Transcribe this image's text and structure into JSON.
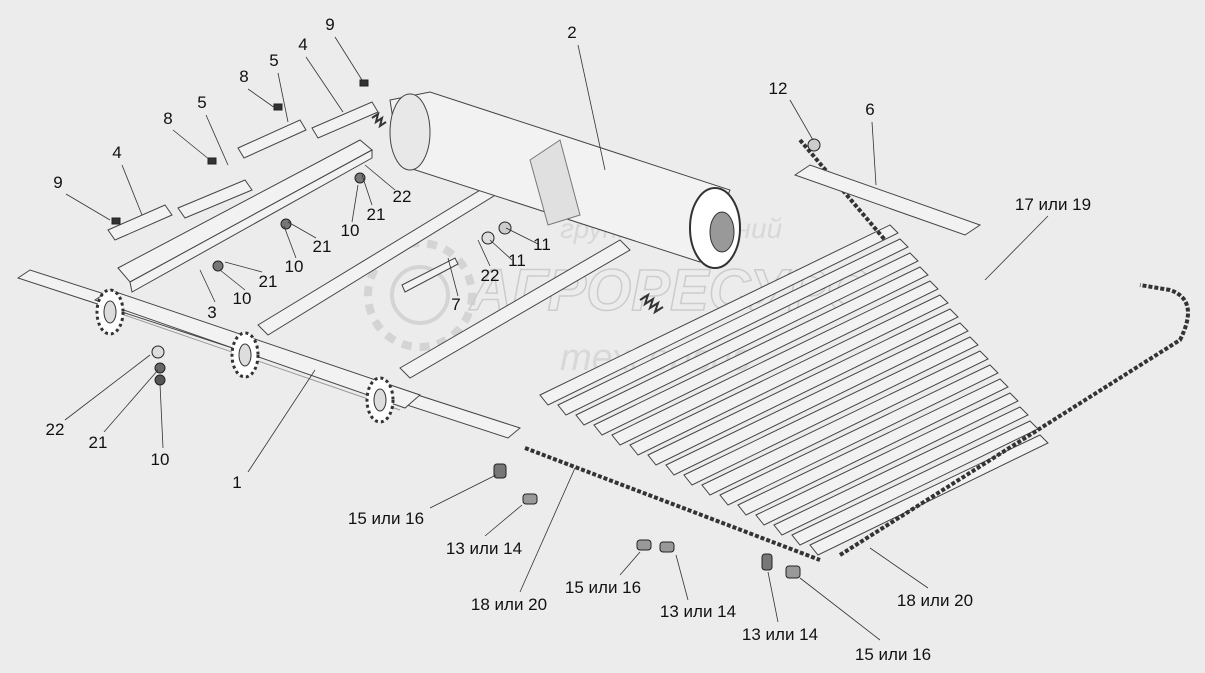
{
  "watermark": {
    "line1": "группа компаний",
    "line2": "АГРОРЕСУРС",
    "line3": "техсервис"
  },
  "callouts": [
    {
      "id": "c1",
      "text": "1"
    },
    {
      "id": "c2",
      "text": "2"
    },
    {
      "id": "c3",
      "text": "3"
    },
    {
      "id": "c4a",
      "text": "4"
    },
    {
      "id": "c4b",
      "text": "4"
    },
    {
      "id": "c5a",
      "text": "5"
    },
    {
      "id": "c5b",
      "text": "5"
    },
    {
      "id": "c6",
      "text": "6"
    },
    {
      "id": "c7",
      "text": "7"
    },
    {
      "id": "c8a",
      "text": "8"
    },
    {
      "id": "c8b",
      "text": "8"
    },
    {
      "id": "c9a",
      "text": "9"
    },
    {
      "id": "c9b",
      "text": "9"
    },
    {
      "id": "c10a",
      "text": "10"
    },
    {
      "id": "c10b",
      "text": "10"
    },
    {
      "id": "c10c",
      "text": "10"
    },
    {
      "id": "c10d",
      "text": "10"
    },
    {
      "id": "c11a",
      "text": "11"
    },
    {
      "id": "c11b",
      "text": "11"
    },
    {
      "id": "c12",
      "text": "12"
    },
    {
      "id": "c21a",
      "text": "21"
    },
    {
      "id": "c21b",
      "text": "21"
    },
    {
      "id": "c21c",
      "text": "21"
    },
    {
      "id": "c21d",
      "text": "21"
    },
    {
      "id": "c22a",
      "text": "22"
    },
    {
      "id": "c22b",
      "text": "22"
    },
    {
      "id": "c22c",
      "text": "22"
    },
    {
      "id": "c1719",
      "text": "17 или 19"
    },
    {
      "id": "c1516a",
      "text": "15 или 16"
    },
    {
      "id": "c1516b",
      "text": "15 или 16"
    },
    {
      "id": "c1516c",
      "text": "15 или 16"
    },
    {
      "id": "c1314a",
      "text": "13 или 14"
    },
    {
      "id": "c1314b",
      "text": "13 или 14"
    },
    {
      "id": "c1314c",
      "text": "13 или 14"
    },
    {
      "id": "c1820a",
      "text": "18 или 20"
    },
    {
      "id": "c1820b",
      "text": "18 или 20"
    }
  ]
}
